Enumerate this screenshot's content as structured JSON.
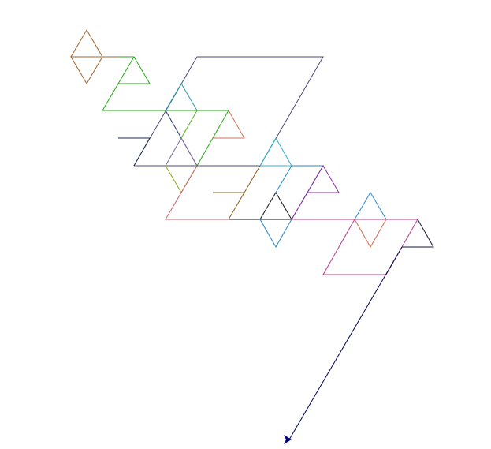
{
  "drawing": {
    "background": "#ffffff",
    "turtle_color": "#000080",
    "paths": [
      {
        "name": "path-brown-diamond",
        "color": "#a0642d"
      },
      {
        "name": "path-green",
        "color": "#22aa11"
      },
      {
        "name": "path-slate",
        "color": "#4a4a7a"
      },
      {
        "name": "path-teal",
        "color": "#2a9aa6"
      },
      {
        "name": "path-navy",
        "color": "#22336e"
      },
      {
        "name": "path-salmon",
        "color": "#d07058"
      },
      {
        "name": "path-lime-green",
        "color": "#5ab520"
      },
      {
        "name": "path-dark-navy",
        "color": "#1c2a55"
      },
      {
        "name": "path-lavender",
        "color": "#7a6a96"
      },
      {
        "name": "path-olive",
        "color": "#8fa81c"
      },
      {
        "name": "path-pink",
        "color": "#c8606e"
      },
      {
        "name": "path-brown-triangle",
        "color": "#8a6020"
      },
      {
        "name": "path-cyan",
        "color": "#25b3d3"
      },
      {
        "name": "path-black",
        "color": "#111111"
      },
      {
        "name": "path-blue",
        "color": "#2388c8"
      },
      {
        "name": "path-purple",
        "color": "#8a2aa6"
      },
      {
        "name": "path-magenta",
        "color": "#b83a8a"
      },
      {
        "name": "path-blue-diamond",
        "color": "#2a8ad0"
      },
      {
        "name": "path-orange",
        "color": "#d36a4a"
      },
      {
        "name": "path-midnight",
        "color": "#14143c"
      },
      {
        "name": "path-final",
        "color": "#000050"
      }
    ]
  }
}
